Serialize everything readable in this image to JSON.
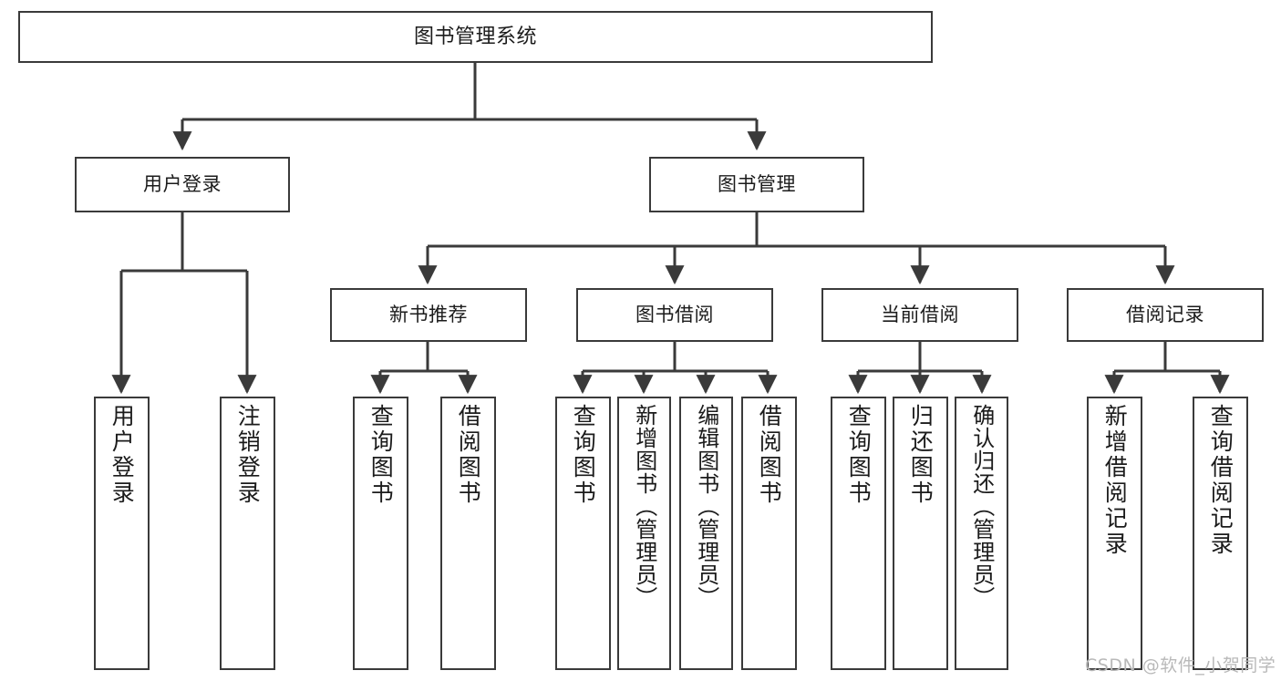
{
  "diagram": {
    "title": "图书管理系统",
    "type": "tree",
    "background": "#ffffff",
    "node_border_color": "#3a3a3a",
    "node_fill_color": "#ffffff",
    "connector_color": "#3a3a3a"
  },
  "levels": {
    "root": {
      "label": "图书管理系统"
    },
    "level2": [
      {
        "id": "user-login",
        "label": "用户登录"
      },
      {
        "id": "book-management",
        "label": "图书管理"
      }
    ],
    "level3": [
      {
        "id": "new-book-recommend",
        "label": "新书推荐"
      },
      {
        "id": "book-borrow",
        "label": "图书借阅"
      },
      {
        "id": "current-borrow",
        "label": "当前借阅"
      },
      {
        "id": "borrow-record",
        "label": "借阅记录"
      }
    ],
    "leaves": {
      "user_login": [
        {
          "id": "login",
          "label": "用户登录"
        },
        {
          "id": "logout",
          "label": "注销登录"
        }
      ],
      "new_book_recommend": [
        {
          "id": "query-book-1",
          "label": "查询图书"
        },
        {
          "id": "borrow-book-1",
          "label": "借阅图书"
        }
      ],
      "book_borrow": [
        {
          "id": "query-book-2",
          "label": "查询图书"
        },
        {
          "id": "add-book",
          "label": "新增图书（管理员）"
        },
        {
          "id": "edit-book",
          "label": "编辑图书（管理员）"
        },
        {
          "id": "borrow-book-2",
          "label": "借阅图书"
        }
      ],
      "current_borrow": [
        {
          "id": "query-book-3",
          "label": "查询图书"
        },
        {
          "id": "return-book",
          "label": "归还图书"
        },
        {
          "id": "confirm-return",
          "label": "确认归还（管理员）"
        }
      ],
      "borrow_record": [
        {
          "id": "add-borrow-record",
          "label": "新增借阅记录"
        },
        {
          "id": "query-borrow-record",
          "label": "查询借阅记录"
        }
      ]
    }
  },
  "watermark": {
    "text": "CSDN @软件_小贺同学",
    "color": "#b9b9b9"
  }
}
